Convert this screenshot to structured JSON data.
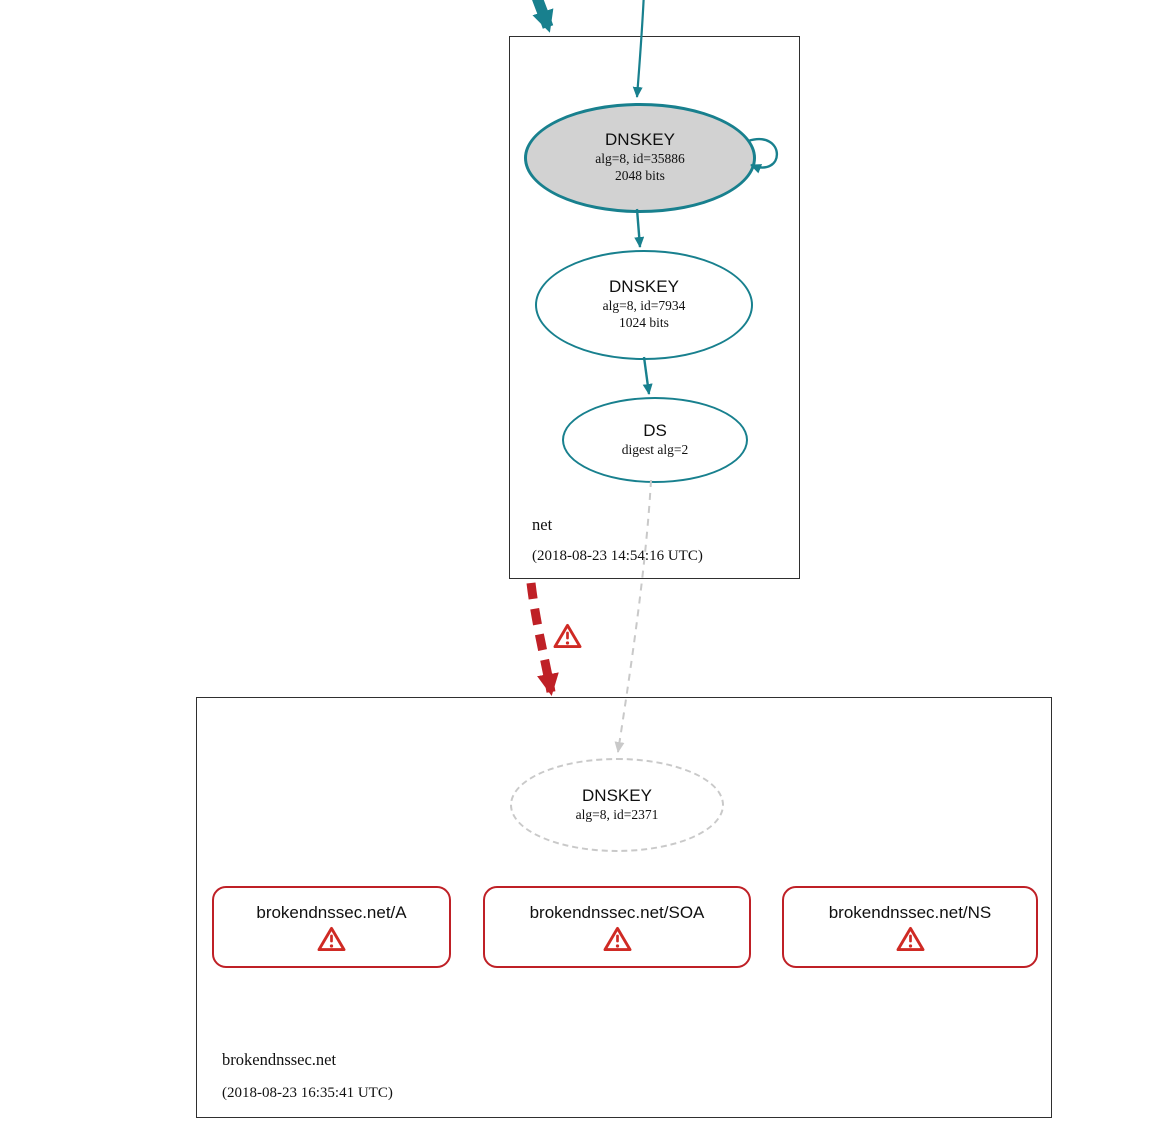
{
  "colors": {
    "secure_teal": "#18808e",
    "error_red": "#bf2026",
    "ksk_fill": "#d2d2d2",
    "insecure_gray": "#c9c9c9"
  },
  "icons": {
    "warning": "triangle-exclamation"
  },
  "zones": {
    "net": {
      "name": "net",
      "timestamp": "(2018-08-23 14:54:16 UTC)",
      "nodes": {
        "ksk": {
          "title": "DNSKEY",
          "detail": "alg=8, id=35886",
          "detail2": "2048 bits"
        },
        "zsk": {
          "title": "DNSKEY",
          "detail": "alg=8, id=7934",
          "detail2": "1024 bits"
        },
        "ds": {
          "title": "DS",
          "detail": "digest alg=2"
        }
      }
    },
    "broken": {
      "name": "brokendnssec.net",
      "timestamp": "(2018-08-23 16:35:41 UTC)",
      "nodes": {
        "dnskey": {
          "title": "DNSKEY",
          "detail": "alg=8, id=2371"
        }
      },
      "rrsets": [
        {
          "label": "brokendnssec.net/A"
        },
        {
          "label": "brokendnssec.net/SOA"
        },
        {
          "label": "brokendnssec.net/NS"
        }
      ]
    }
  }
}
